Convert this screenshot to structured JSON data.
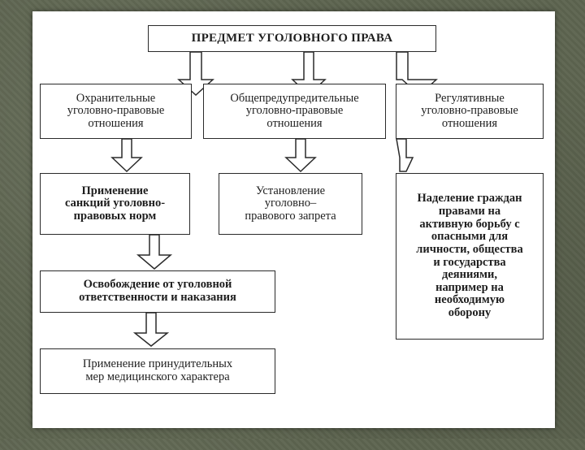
{
  "diagram": {
    "title": "ПРЕДМЕТ УГОЛОВНОГО ПРАВА",
    "columns": [
      {
        "header": "Охранительные\nуголовно-правовые\nотношения",
        "items": [
          "Применение\nсанкций уголовно-\nправовых норм",
          "Освобождение от уголовной\nответственности и наказания",
          "Применение принудительных\nмер медицинского характера"
        ]
      },
      {
        "header": "Общепредупредительные\nуголовно-правовые\nотношения",
        "items": [
          "Установление\nуголовно–\nправового запрета"
        ]
      },
      {
        "header": "Регулятивные\nуголовно-правовые\nотношения",
        "items": [
          "Наделение граждан\nправами на\nактивную борьбу с\nопасными для\nличности, общества\nи государства\nдеяниями,\nнапример на\nнеобходимую\nоборону"
        ]
      }
    ]
  }
}
